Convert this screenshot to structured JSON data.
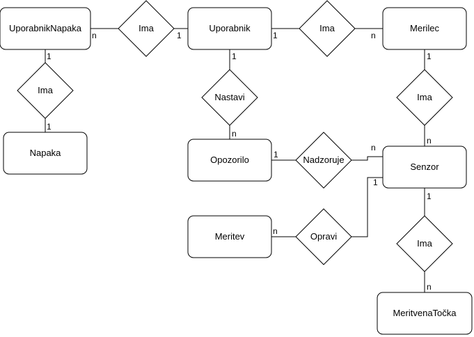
{
  "entities": {
    "uporabnik_napaka": "UporabnikNapaka",
    "uporabnik": "Uporabnik",
    "merilec": "Merilec",
    "napaka": "Napaka",
    "opozorilo": "Opozorilo",
    "senzor": "Senzor",
    "meritev": "Meritev",
    "meritvena_tocka": "MeritvenaTočka"
  },
  "relationships": {
    "ima_un_u": "Ima",
    "ima_u_m": "Ima",
    "ima_un_n": "Ima",
    "nastavi": "Nastavi",
    "ima_m_s": "Ima",
    "nadzoruje": "Nadzoruje",
    "opravi": "Opravi",
    "ima_s_mt": "Ima"
  },
  "cardinalities": {
    "c1": "n",
    "c2": "1",
    "c3": "1",
    "c4": "n",
    "c5": "1",
    "c6": "1",
    "c7": "1",
    "c8": "n",
    "c9": "1",
    "c10": "n",
    "c11": "1",
    "c12": "n",
    "c13": "1",
    "c14": "n",
    "c15": "1",
    "c16": "n"
  }
}
